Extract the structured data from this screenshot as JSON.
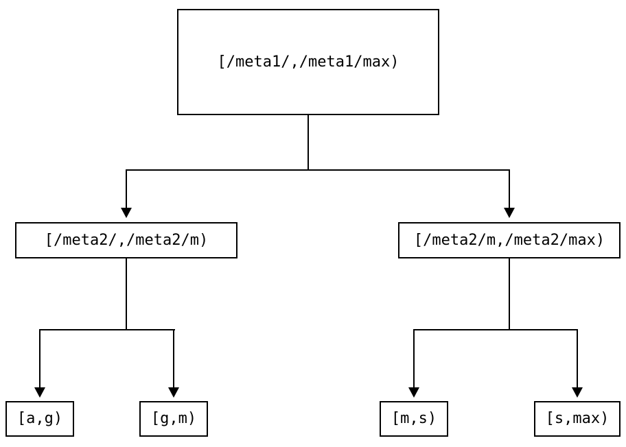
{
  "diagram": {
    "type": "tree",
    "background_color": "#ffffff",
    "line_color": "#000000",
    "text_color": "#000000",
    "nodes": [
      {
        "id": "root",
        "label": "[/meta1/,/meta1/max)"
      },
      {
        "id": "meta2-low",
        "label": "[/meta2/,/meta2/m)"
      },
      {
        "id": "meta2-high",
        "label": "[/meta2/m,/meta2/max)"
      },
      {
        "id": "leaf-a-g",
        "label": "[a,g)"
      },
      {
        "id": "leaf-g-m",
        "label": "[g,m)"
      },
      {
        "id": "leaf-m-s",
        "label": "[m,s)"
      },
      {
        "id": "leaf-s-max",
        "label": "[s,max)"
      }
    ],
    "edges": [
      {
        "from": "root",
        "to": "meta2-low"
      },
      {
        "from": "root",
        "to": "meta2-high"
      },
      {
        "from": "meta2-low",
        "to": "leaf-a-g"
      },
      {
        "from": "meta2-low",
        "to": "leaf-g-m"
      },
      {
        "from": "meta2-high",
        "to": "leaf-m-s"
      },
      {
        "from": "meta2-high",
        "to": "leaf-s-max"
      }
    ]
  }
}
